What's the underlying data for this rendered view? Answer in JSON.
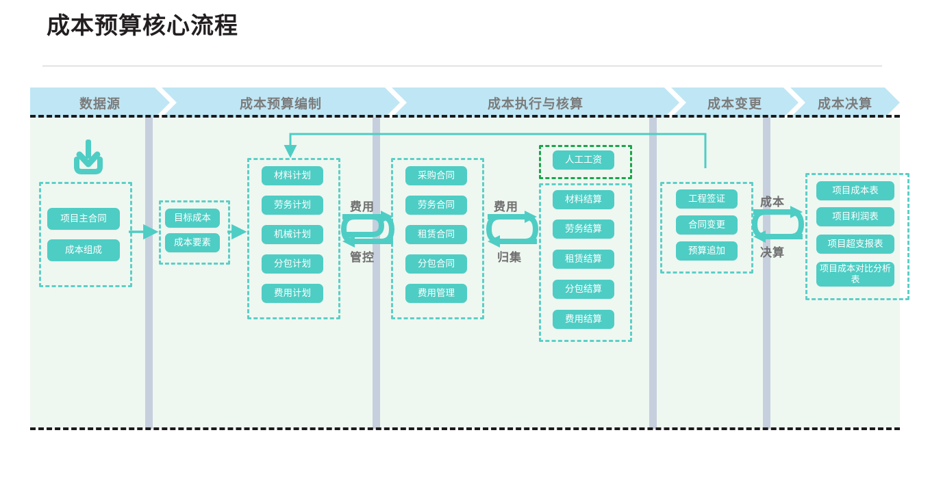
{
  "title": "成本预算核心流程",
  "phases": [
    {
      "name": "数据源",
      "label": "数据源"
    },
    {
      "name": "成本预算编制",
      "label": "成本预算编制"
    },
    {
      "name": "成本执行与核算",
      "label": "成本执行与核算"
    },
    {
      "name": "成本变更",
      "label": "成本变更"
    },
    {
      "name": "成本决算",
      "label": "成本决算"
    }
  ],
  "icons": {
    "download": "download-icon"
  },
  "groups": {
    "source": {
      "items": [
        {
          "label": "项目主合同"
        },
        {
          "label": "成本组成"
        }
      ]
    },
    "target_cost": {
      "items": [
        {
          "label": "目标成本"
        },
        {
          "label": "成本要素"
        }
      ]
    },
    "plans": {
      "items": [
        {
          "label": "材料计划"
        },
        {
          "label": "劳务计划"
        },
        {
          "label": "机械计划"
        },
        {
          "label": "分包计划"
        },
        {
          "label": "费用计划"
        }
      ]
    },
    "contracts": {
      "items": [
        {
          "label": "采购合同"
        },
        {
          "label": "劳务合同"
        },
        {
          "label": "租赁合同"
        },
        {
          "label": "分包合同"
        },
        {
          "label": "费用管理"
        }
      ]
    },
    "labor_wage": {
      "items": [
        {
          "label": "人工工资"
        }
      ]
    },
    "settlements": {
      "items": [
        {
          "label": "材料结算"
        },
        {
          "label": "劳务结算"
        },
        {
          "label": "租赁结算"
        },
        {
          "label": "分包结算"
        },
        {
          "label": "费用结算"
        }
      ]
    },
    "changes": {
      "items": [
        {
          "label": "工程签证"
        },
        {
          "label": "合同变更"
        },
        {
          "label": "预算追加"
        }
      ]
    },
    "final_reports": {
      "items": [
        {
          "label": "项目成本表"
        },
        {
          "label": "项目利润表"
        },
        {
          "label": "项目超支报表"
        },
        {
          "label": "项目成本对比分析表"
        }
      ]
    }
  },
  "cycle_labels": {
    "plan_contract_top": "费用",
    "plan_contract_bottom": "管控",
    "contract_settle_top": "费用",
    "contract_settle_bottom": "归集",
    "change_final_top": "成本",
    "change_final_bottom": "决算"
  },
  "colors": {
    "phase_header_bg": "#bfe6f4",
    "phase_header_text": "#7b7b7b",
    "lane_bg": "#eff7f1",
    "lane_divider": "#c6cfdd",
    "pill_bg": "#4ecdc4",
    "pill_text": "#ffffff",
    "group_border": "#5ccfc6",
    "group_border_highlight": "#1aa54b",
    "arrow": "#4ecdc4",
    "boundary_dash": "#1a1a1a",
    "title_text": "#231f20"
  }
}
